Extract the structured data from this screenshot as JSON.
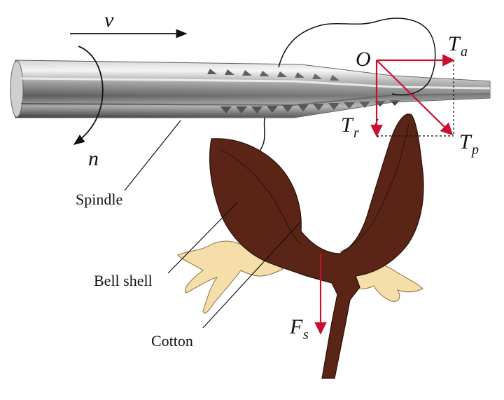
{
  "diagram": {
    "labels": {
      "velocity": "v",
      "rotation": "n",
      "spindle": "Spindle",
      "bell_shell": "Bell shell",
      "cotton": "Cotton"
    },
    "forces": {
      "origin": "O",
      "axial": {
        "symbol": "T",
        "subscript": "a"
      },
      "radial": {
        "symbol": "T",
        "subscript": "r"
      },
      "resultant": {
        "symbol": "T",
        "subscript": "p"
      },
      "stem": {
        "symbol": "F",
        "subscript": "s"
      }
    },
    "colors": {
      "force_arrow": "#c8102e",
      "bell_shell": "#5a2416",
      "cotton_fiber": "#f5deaa",
      "spindle_metal": "#b8b8b8",
      "line": "#111111"
    }
  }
}
